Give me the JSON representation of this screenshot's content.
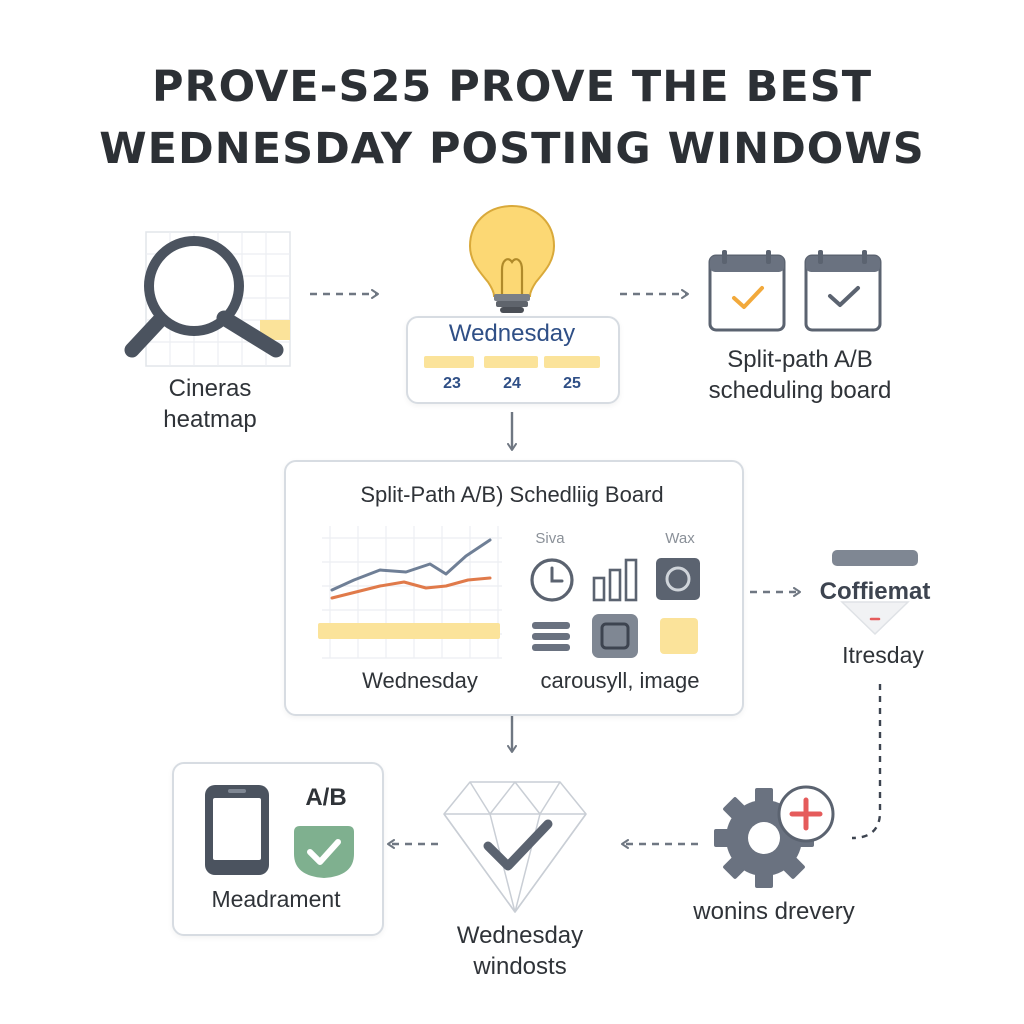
{
  "title": {
    "line1": "PROVE-S25 PROVE THE BEST",
    "line2": "WEDNESDAY POSTING WINDOWS"
  },
  "heatmap": {
    "label_line1": "Cineras",
    "label_line2": "heatmap",
    "icon": "magnifier-over-grid"
  },
  "calendar_card": {
    "heading": "Wednesday",
    "days": [
      "23",
      "24",
      "25"
    ],
    "icon": "lightbulb"
  },
  "split_path": {
    "label_line1": "Split-path A/B",
    "label_line2": "scheduling board",
    "icon": "two-calendars-with-checks"
  },
  "board": {
    "title": "Split-Path A/B) Schedliig Board",
    "header_left": "Siva",
    "header_right": "Wax",
    "chart_caption": "Wednesday",
    "icons_caption": "carousyll, image"
  },
  "coffiemat": {
    "title": "Coffiemat",
    "subtitle": "Itresday"
  },
  "gear": {
    "label": "wonins drevery",
    "icon": "gear-with-plus"
  },
  "diamond": {
    "label_line1": "Wednesday",
    "label_line2": "windosts",
    "icon": "diamond-with-check"
  },
  "measurement": {
    "badge": "A/B",
    "label": "Meadrament",
    "icon": "phone-and-check"
  },
  "colors": {
    "dark_gray": "#5b6370",
    "highlight_yellow": "#fbe39a",
    "accent_blue": "#2f4f86",
    "line_blue": "#6f7f96",
    "line_orange": "#e07a4a",
    "check_green": "#7fb08f",
    "plus_red": "#e55b5b"
  }
}
